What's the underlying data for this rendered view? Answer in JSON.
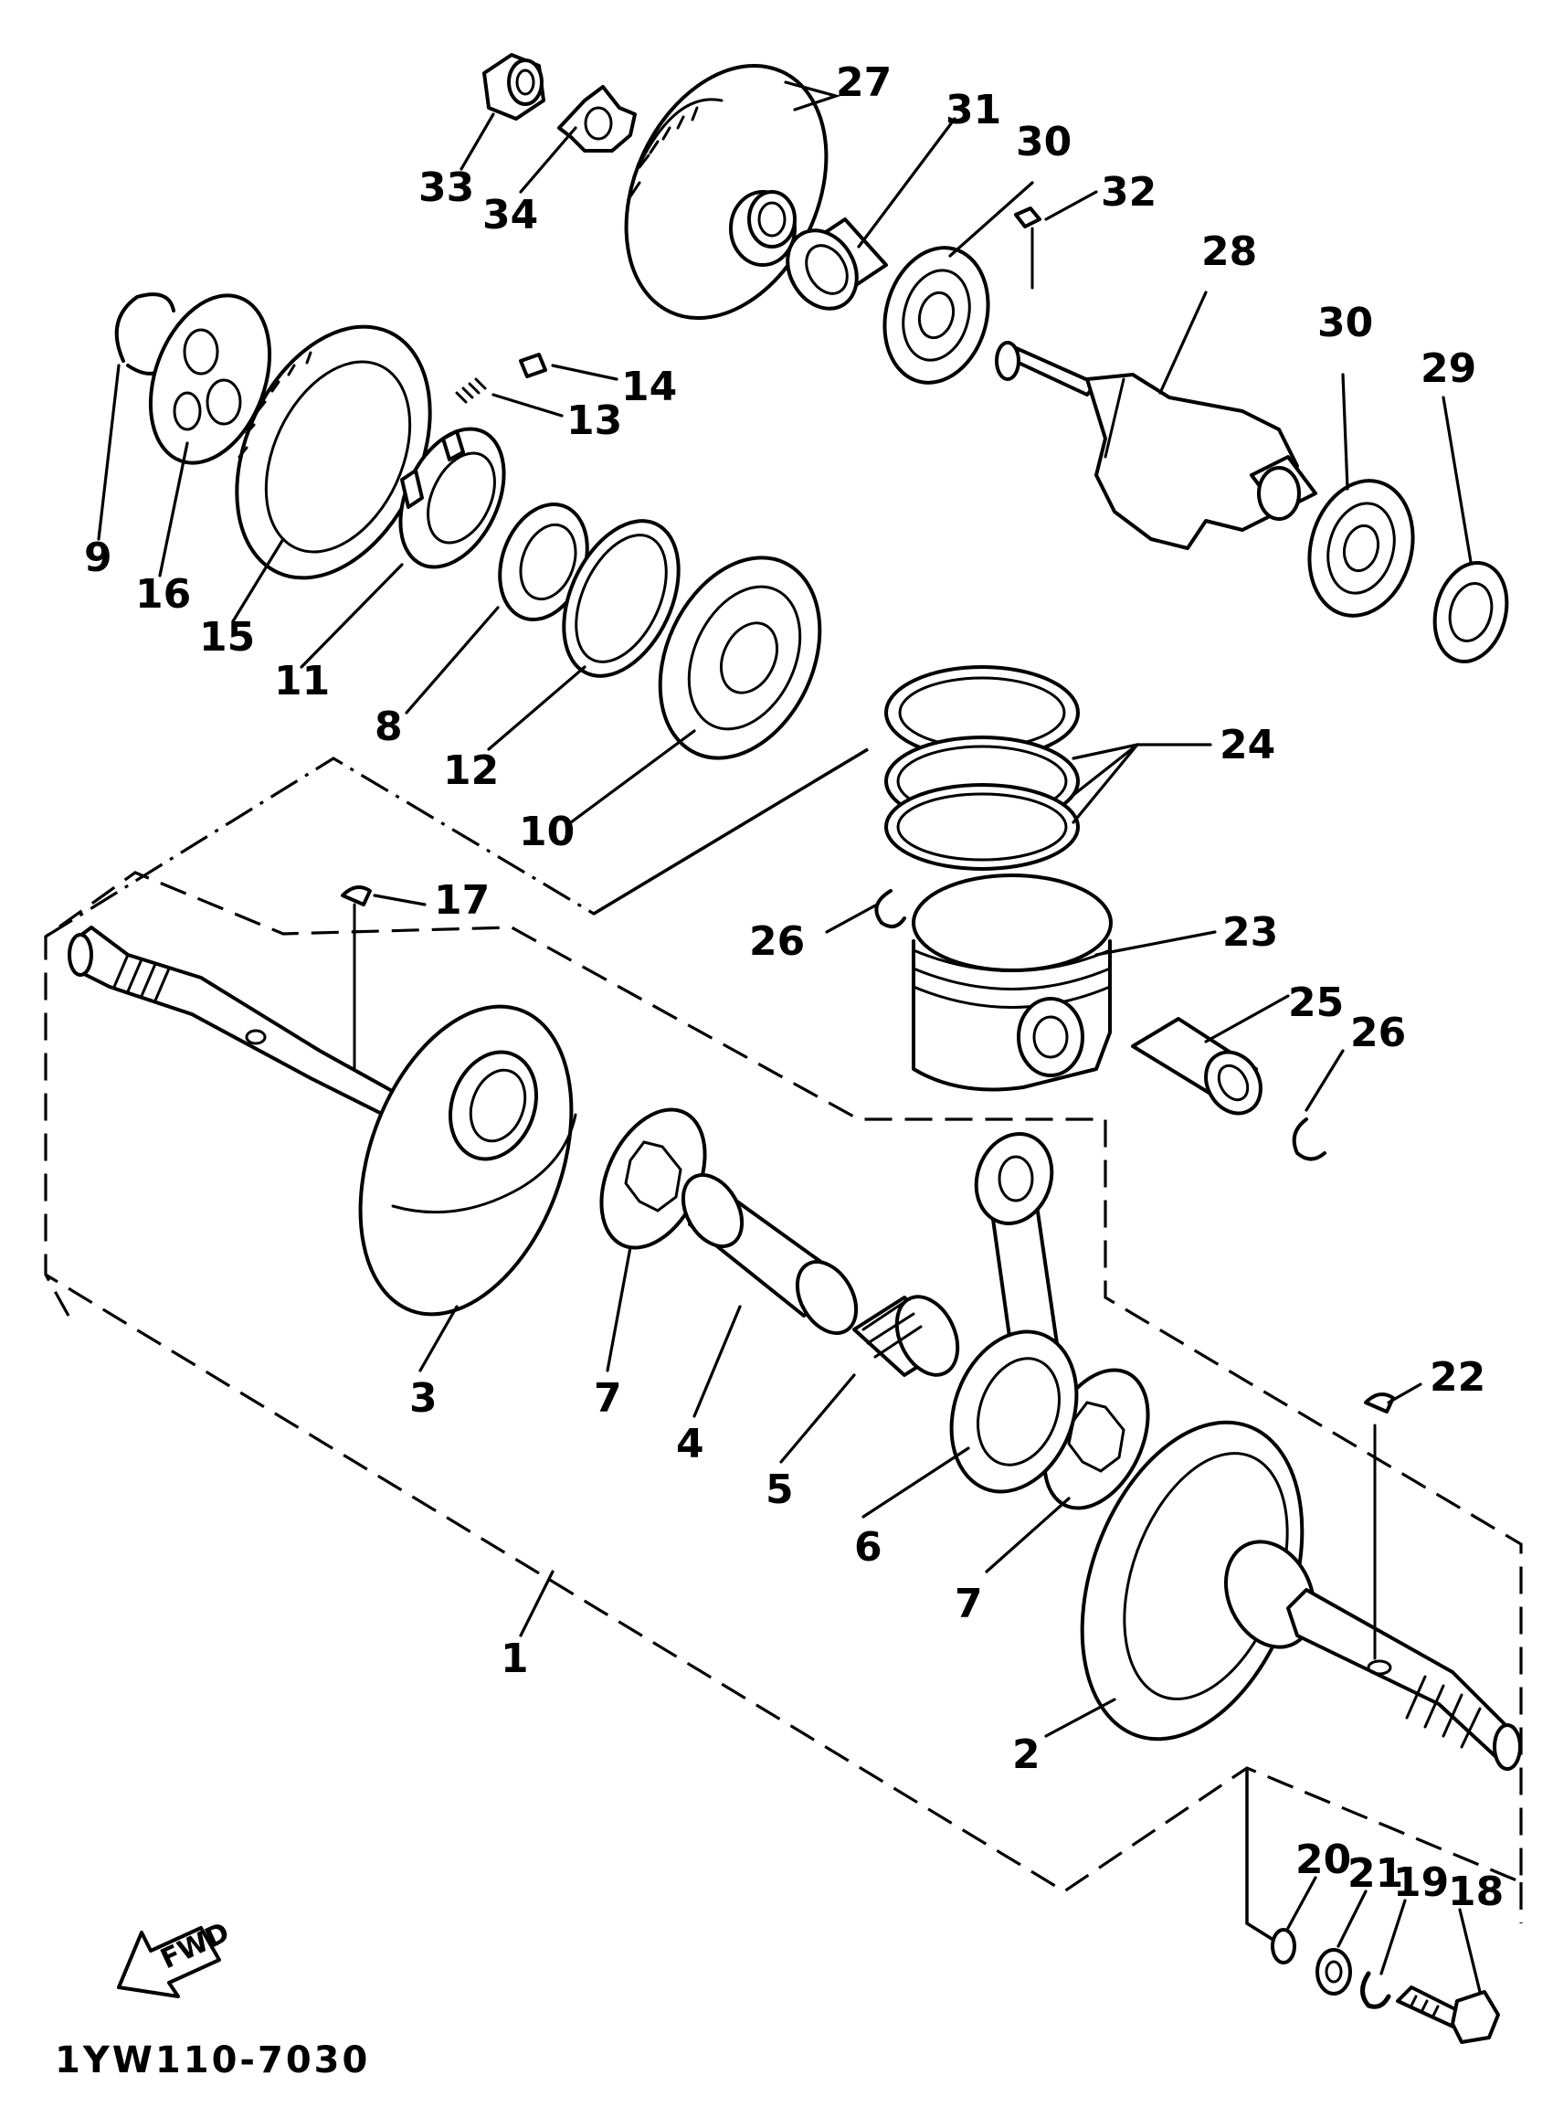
{
  "diagram": {
    "drawing_code": "1YW110-7030",
    "direction_label": "FWD",
    "callouts": [
      {
        "id": "c33",
        "label": "33"
      },
      {
        "id": "c34",
        "label": "34"
      },
      {
        "id": "c27",
        "label": "27"
      },
      {
        "id": "c31",
        "label": "31"
      },
      {
        "id": "c30a",
        "label": "30"
      },
      {
        "id": "c32",
        "label": "32"
      },
      {
        "id": "c28",
        "label": "28"
      },
      {
        "id": "c30b",
        "label": "30"
      },
      {
        "id": "c29",
        "label": "29"
      },
      {
        "id": "c9",
        "label": "9"
      },
      {
        "id": "c16",
        "label": "16"
      },
      {
        "id": "c15",
        "label": "15"
      },
      {
        "id": "c14",
        "label": "14"
      },
      {
        "id": "c13",
        "label": "13"
      },
      {
        "id": "c11",
        "label": "11"
      },
      {
        "id": "c8",
        "label": "8"
      },
      {
        "id": "c12",
        "label": "12"
      },
      {
        "id": "c10",
        "label": "10"
      },
      {
        "id": "c24",
        "label": "24"
      },
      {
        "id": "c17",
        "label": "17"
      },
      {
        "id": "c26a",
        "label": "26"
      },
      {
        "id": "c23",
        "label": "23"
      },
      {
        "id": "c25",
        "label": "25"
      },
      {
        "id": "c26b",
        "label": "26"
      },
      {
        "id": "c3",
        "label": "3"
      },
      {
        "id": "c7a",
        "label": "7"
      },
      {
        "id": "c4",
        "label": "4"
      },
      {
        "id": "c5",
        "label": "5"
      },
      {
        "id": "c6",
        "label": "6"
      },
      {
        "id": "c22",
        "label": "22"
      },
      {
        "id": "c7b",
        "label": "7"
      },
      {
        "id": "c1",
        "label": "1"
      },
      {
        "id": "c2",
        "label": "2"
      },
      {
        "id": "c20",
        "label": "20"
      },
      {
        "id": "c21",
        "label": "21"
      },
      {
        "id": "c19",
        "label": "19"
      },
      {
        "id": "c18",
        "label": "18"
      }
    ]
  }
}
